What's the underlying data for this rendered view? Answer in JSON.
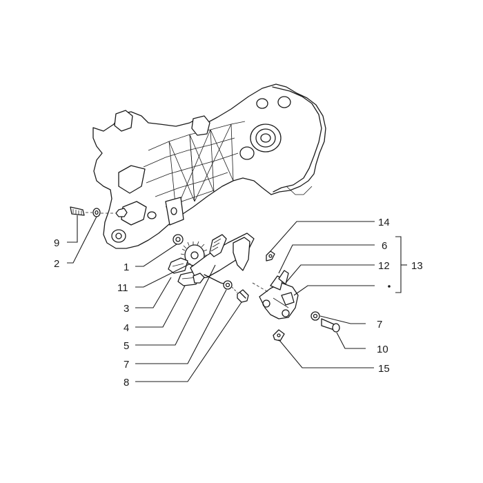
{
  "callouts": [
    {
      "id": "c9",
      "label": "9"
    },
    {
      "id": "c2",
      "label": "2"
    },
    {
      "id": "c1",
      "label": "1"
    },
    {
      "id": "c11",
      "label": "11"
    },
    {
      "id": "c3",
      "label": "3"
    },
    {
      "id": "c4",
      "label": "4"
    },
    {
      "id": "c5",
      "label": "5"
    },
    {
      "id": "c7a",
      "label": "7"
    },
    {
      "id": "c8",
      "label": "8"
    },
    {
      "id": "c14",
      "label": "14"
    },
    {
      "id": "c6",
      "label": "6"
    },
    {
      "id": "c12",
      "label": "12"
    },
    {
      "id": "c13",
      "label": "13"
    },
    {
      "id": "c7b",
      "label": "7"
    },
    {
      "id": "c10",
      "label": "10"
    },
    {
      "id": "c15",
      "label": "15"
    }
  ]
}
